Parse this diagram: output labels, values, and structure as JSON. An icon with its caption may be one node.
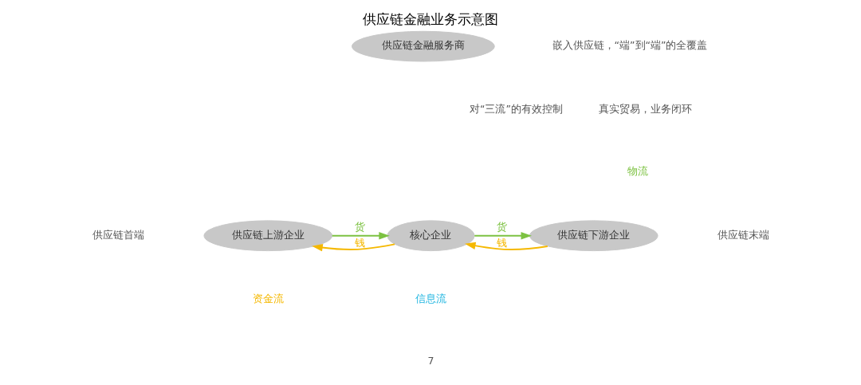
{
  "diagram": {
    "title": "供应链金融业务示意图",
    "nodes": [
      {
        "text": [
          "供应链金融服务商"
        ]
      },
      {
        "text": [
          "供应链上游企业"
        ]
      },
      {
        "text": [
          "核心企业"
        ]
      },
      {
        "text": [
          "供应链下游企业"
        ]
      },
      {
        "text": [
          "物流"
        ]
      },
      {
        "text": [
          "资金流"
        ]
      }
    ],
    "edges": [
      {
        "from": 1,
        "to": 2,
        "arrow": "to",
        "label": "货",
        "color": "#7dc242"
      },
      {
        "from": 2,
        "to": 1,
        "arrow": "to",
        "label": "钱",
        "color": "#f5b800"
      },
      {
        "from": 2,
        "to": 3,
        "arrow": "to",
        "label": "货",
        "color": "#7dc242"
      },
      {
        "from": 3,
        "to": 2,
        "arrow": "to",
        "label": "钱",
        "color": "#f5b800"
      }
    ],
    "labels": [
      "嵌入供应链，“端”到“端”的全覆盖",
      "真实贸易，业务闭环",
      "对“三流”的有效控制",
      "供应链首端",
      "供应链末端",
      "信息流",
      "7"
    ]
  }
}
